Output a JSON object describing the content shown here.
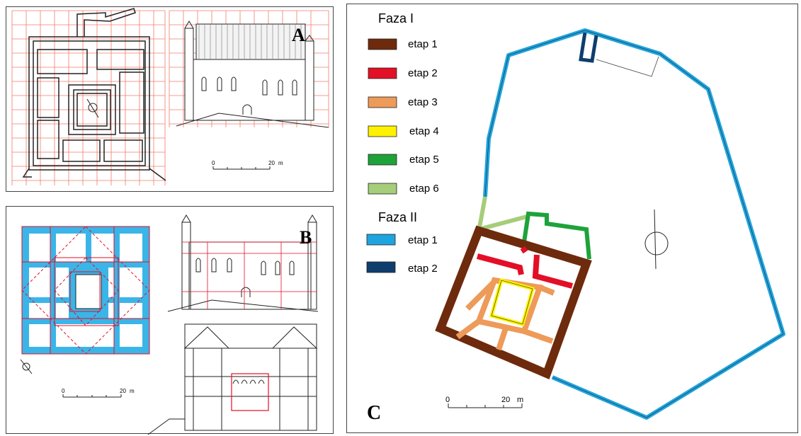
{
  "panels": {
    "a": {
      "letter": "A",
      "scale": {
        "start": "0",
        "end": "20",
        "unit": "m"
      }
    },
    "b": {
      "letter": "B",
      "scale": {
        "start": "0",
        "end": "20",
        "unit": "m"
      }
    },
    "c": {
      "letter": "C",
      "scale": {
        "start": "0",
        "end": "20",
        "unit": "m"
      }
    }
  },
  "legend": {
    "phase1": {
      "title": "Faza I",
      "items": [
        {
          "label": "etap 1",
          "color": "#6e2a0c"
        },
        {
          "label": "etap 2",
          "color": "#e30f26"
        },
        {
          "label": "etap 3",
          "color": "#ee9a59"
        },
        {
          "label": "etap 4",
          "color": "#fff200"
        },
        {
          "label": "etap 5",
          "color": "#1ea23a"
        },
        {
          "label": "etap 6",
          "color": "#a6cd7a"
        }
      ]
    },
    "phase2": {
      "title": "Faza II",
      "items": [
        {
          "label": "etap 1",
          "color": "#1ea4df"
        },
        {
          "label": "etap 2",
          "color": "#0f3d6e"
        }
      ]
    }
  },
  "colors": {
    "grid": "#f07c6a",
    "red_lines": "#e30f26",
    "wall_blue": "#3ab5e8",
    "outline": "#222222"
  }
}
